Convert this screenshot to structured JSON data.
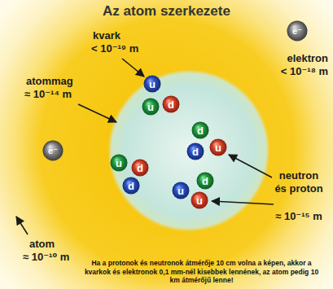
{
  "diagram": {
    "title": "Az atom szerkezete",
    "caption": "Ha a protonok és neutronok átmérője 10 cm volna a képen, akkor a kvarkok és elektronok 0,1 mm-nél kisebbek lennének, az atom pedig 10 km átmérőjű lenne!",
    "nodes": [
      {
        "text": [
          "e⁻"
        ]
      },
      {
        "text": [
          "u"
        ]
      },
      {
        "text": [
          "u"
        ]
      },
      {
        "text": [
          "d"
        ]
      },
      {
        "text": [
          "d"
        ]
      },
      {
        "text": [
          "e⁻"
        ]
      },
      {
        "text": [
          "d"
        ]
      },
      {
        "text": [
          "u"
        ]
      },
      {
        "text": [
          "u"
        ]
      },
      {
        "text": [
          "d"
        ]
      },
      {
        "text": [
          "d"
        ]
      },
      {
        "text": [
          "d"
        ]
      },
      {
        "text": [
          "u"
        ]
      },
      {
        "text": [
          "u"
        ]
      }
    ],
    "labels": [
      "kvark",
      "< 10⁻¹⁹ m",
      "atommag",
      "≈ 10⁻¹⁴ m",
      "elektron",
      "< 10⁻¹⁸ m",
      "neutron és proton",
      "≈ 10⁻¹⁵ m",
      "atom",
      "≈ 10⁻¹⁰ m"
    ]
  }
}
